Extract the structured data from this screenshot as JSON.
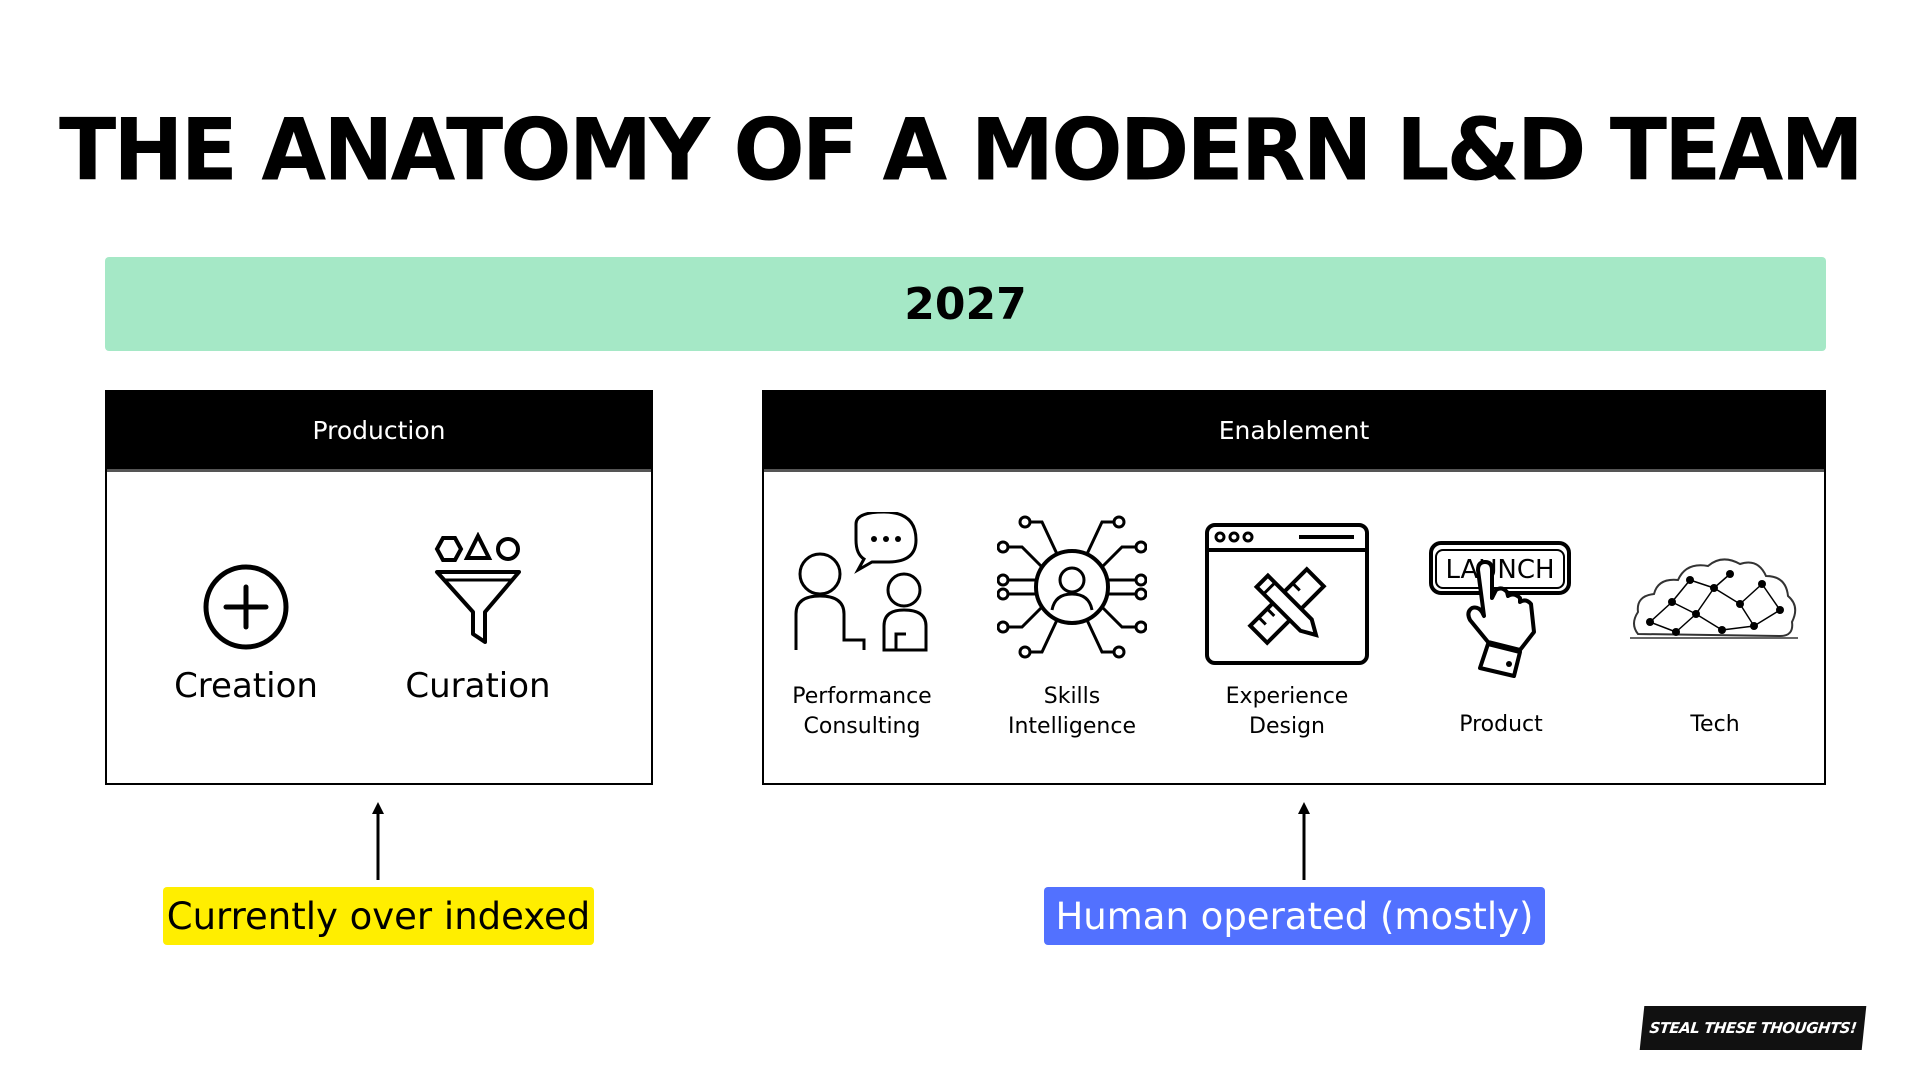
{
  "title": "THE ANATOMY OF A MODERN L&D TEAM",
  "year": "2027",
  "production": {
    "header": "Production",
    "items": [
      {
        "label": "Creation",
        "icon": "plus-circle-icon"
      },
      {
        "label": "Curation",
        "icon": "funnel-icon"
      }
    ]
  },
  "enablement": {
    "header": "Enablement",
    "items": [
      {
        "label_line1": "Performance",
        "label_line2": "Consulting",
        "icon": "consulting-people-icon"
      },
      {
        "label_line1": "Skills",
        "label_line2": "Intelligence",
        "icon": "network-person-icon"
      },
      {
        "label_line1": "Experience",
        "label_line2": "Design",
        "icon": "browser-design-tools-icon"
      },
      {
        "label_line1": "Product",
        "label_line2": "",
        "icon": "launch-button-hand-icon",
        "icon_text": "LAUNCH"
      },
      {
        "label_line1": "Tech",
        "label_line2": "",
        "icon": "network-cloud-icon"
      }
    ]
  },
  "tags": {
    "production_note": "Currently over indexed",
    "enablement_note": "Human operated (mostly)"
  },
  "colors": {
    "banner": "#a5e8c6",
    "yellow_tag": "#ffee00",
    "blue_tag": "#5271ff"
  },
  "brand": "STEAL THESE THOUGHTS!"
}
